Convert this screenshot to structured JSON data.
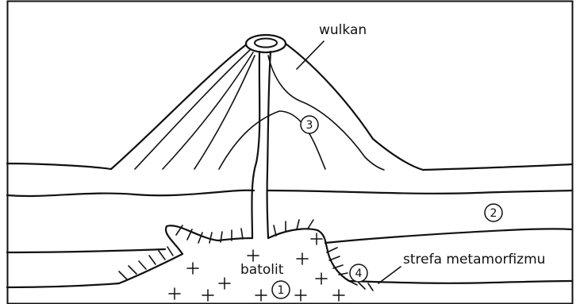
{
  "labels": {
    "volcano": "wulkan",
    "batholith": "batolit",
    "metamorphic_zone": "strefa metamorfizmu"
  },
  "markers": {
    "m1": "1",
    "m2": "2",
    "m3": "3",
    "m4": "4"
  }
}
